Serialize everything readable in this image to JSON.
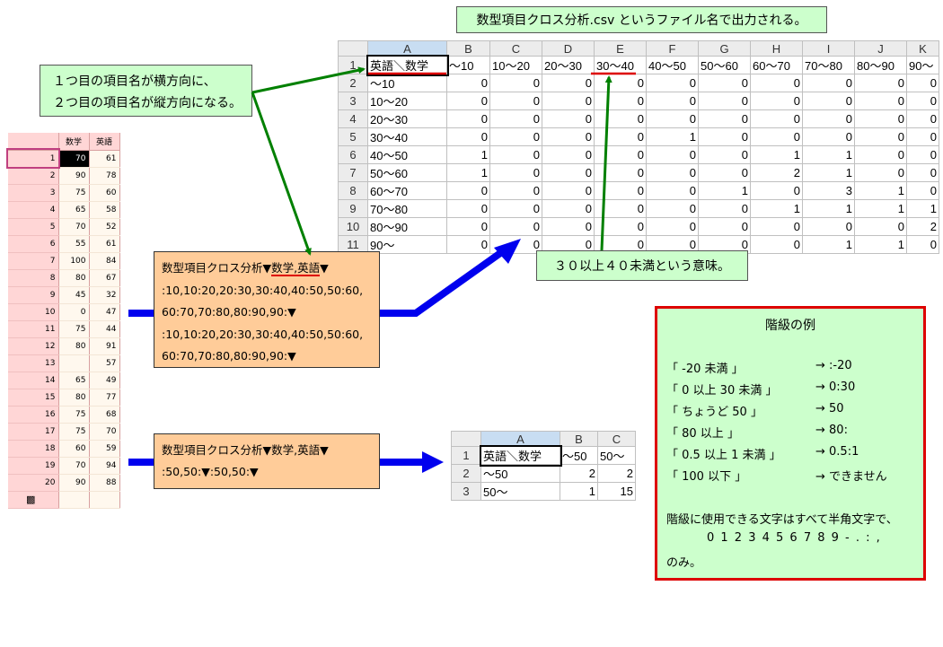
{
  "top_note": "数型項目クロス分析.csv というファイル名で出力される。",
  "left_note": [
    "１つ目の項目名が横方向に、",
    "２つ目の項目名が縦方向になる。"
  ],
  "range_note": "３０以上４０未満という意味。",
  "cmd1_lines": [
    [
      "数型項目クロス分析▼",
      "数学,英語",
      "▼"
    ],
    [
      ":10,10:20,20:30,30:40,40:50,50:60,"
    ],
    [
      "60:70,70:80,80:90,90:▼"
    ],
    [
      ":10,10:20,20:30,30:40,40:50,50:60,"
    ],
    [
      "60:70,70:80,80:90,90:▼"
    ]
  ],
  "cmd2_lines": [
    "数型項目クロス分析▼数学,英語▼",
    ":50,50:▼:50,50:▼"
  ],
  "big_sheet": {
    "col_headers": [
      "A",
      "B",
      "C",
      "D",
      "E",
      "F",
      "G",
      "H",
      "I",
      "J",
      "K"
    ],
    "header_row": [
      "英語＼数学",
      "～10",
      "10～20",
      "20～30",
      "30～40",
      "40～50",
      "50～60",
      "60～70",
      "70～80",
      "80～90",
      "90～"
    ],
    "rows": [
      [
        "～10",
        "0",
        "0",
        "0",
        "0",
        "0",
        "0",
        "0",
        "0",
        "0",
        "0"
      ],
      [
        "10～20",
        "0",
        "0",
        "0",
        "0",
        "0",
        "0",
        "0",
        "0",
        "0",
        "0"
      ],
      [
        "20～30",
        "0",
        "0",
        "0",
        "0",
        "0",
        "0",
        "0",
        "0",
        "0",
        "0"
      ],
      [
        "30～40",
        "0",
        "0",
        "0",
        "0",
        "1",
        "0",
        "0",
        "0",
        "0",
        "0"
      ],
      [
        "40～50",
        "1",
        "0",
        "0",
        "0",
        "0",
        "0",
        "1",
        "1",
        "0",
        "0"
      ],
      [
        "50～60",
        "1",
        "0",
        "0",
        "0",
        "0",
        "0",
        "2",
        "1",
        "0",
        "0"
      ],
      [
        "60～70",
        "0",
        "0",
        "0",
        "0",
        "0",
        "1",
        "0",
        "3",
        "1",
        "0"
      ],
      [
        "70～80",
        "0",
        "0",
        "0",
        "0",
        "0",
        "0",
        "1",
        "1",
        "1",
        "1"
      ],
      [
        "80～90",
        "0",
        "0",
        "0",
        "0",
        "0",
        "0",
        "0",
        "0",
        "0",
        "2"
      ],
      [
        "90～",
        "0",
        "0",
        "0",
        "0",
        "0",
        "0",
        "0",
        "1",
        "1",
        "0"
      ]
    ]
  },
  "small_sheet": {
    "col_headers": [
      "A",
      "B",
      "C"
    ],
    "header_row": [
      "英語＼数学",
      "～50",
      "50～"
    ],
    "rows": [
      [
        "～50",
        "2",
        "2"
      ],
      [
        "50～",
        "1",
        "15"
      ]
    ]
  },
  "left_list": {
    "headers": [
      "数学",
      "英語"
    ],
    "rows": [
      [
        "1",
        "70",
        "61"
      ],
      [
        "2",
        "90",
        "78"
      ],
      [
        "3",
        "75",
        "60"
      ],
      [
        "4",
        "65",
        "58"
      ],
      [
        "5",
        "70",
        "52"
      ],
      [
        "6",
        "55",
        "61"
      ],
      [
        "7",
        "100",
        "84"
      ],
      [
        "8",
        "80",
        "67"
      ],
      [
        "9",
        "45",
        "32"
      ],
      [
        "10",
        "0",
        "47"
      ],
      [
        "11",
        "75",
        "44"
      ],
      [
        "12",
        "80",
        "91"
      ],
      [
        "13",
        "",
        "57"
      ],
      [
        "14",
        "65",
        "49"
      ],
      [
        "15",
        "80",
        "77"
      ],
      [
        "16",
        "75",
        "68"
      ],
      [
        "17",
        "75",
        "70"
      ],
      [
        "18",
        "60",
        "59"
      ],
      [
        "19",
        "70",
        "94"
      ],
      [
        "20",
        "90",
        "88"
      ]
    ]
  },
  "examples": {
    "title": "階級の例",
    "items": [
      [
        "「 -20 未満 」",
        "→ :-20"
      ],
      [
        "「 0 以上 30 未満 」",
        "→ 0:30"
      ],
      [
        "「 ちょうど 50 」",
        "→ 50"
      ],
      [
        "「 80 以上 」",
        "→ 80:"
      ],
      [
        "「 0.5 以上 1 未満 」",
        "→ 0.5:1"
      ],
      [
        "「 100 以下 」",
        "→ できません"
      ]
    ],
    "footer1": "階級に使用できる文字はすべて半角文字で、",
    "chars": "0 1 2 3 4 5 6 7 8 9 - . : ,",
    "footer2": "のみ。"
  },
  "colors": {
    "arrow_green": "#008000",
    "arrow_blue": "#0000ee",
    "underline_red": "#dd0000",
    "box_border_red": "#dd0000"
  }
}
